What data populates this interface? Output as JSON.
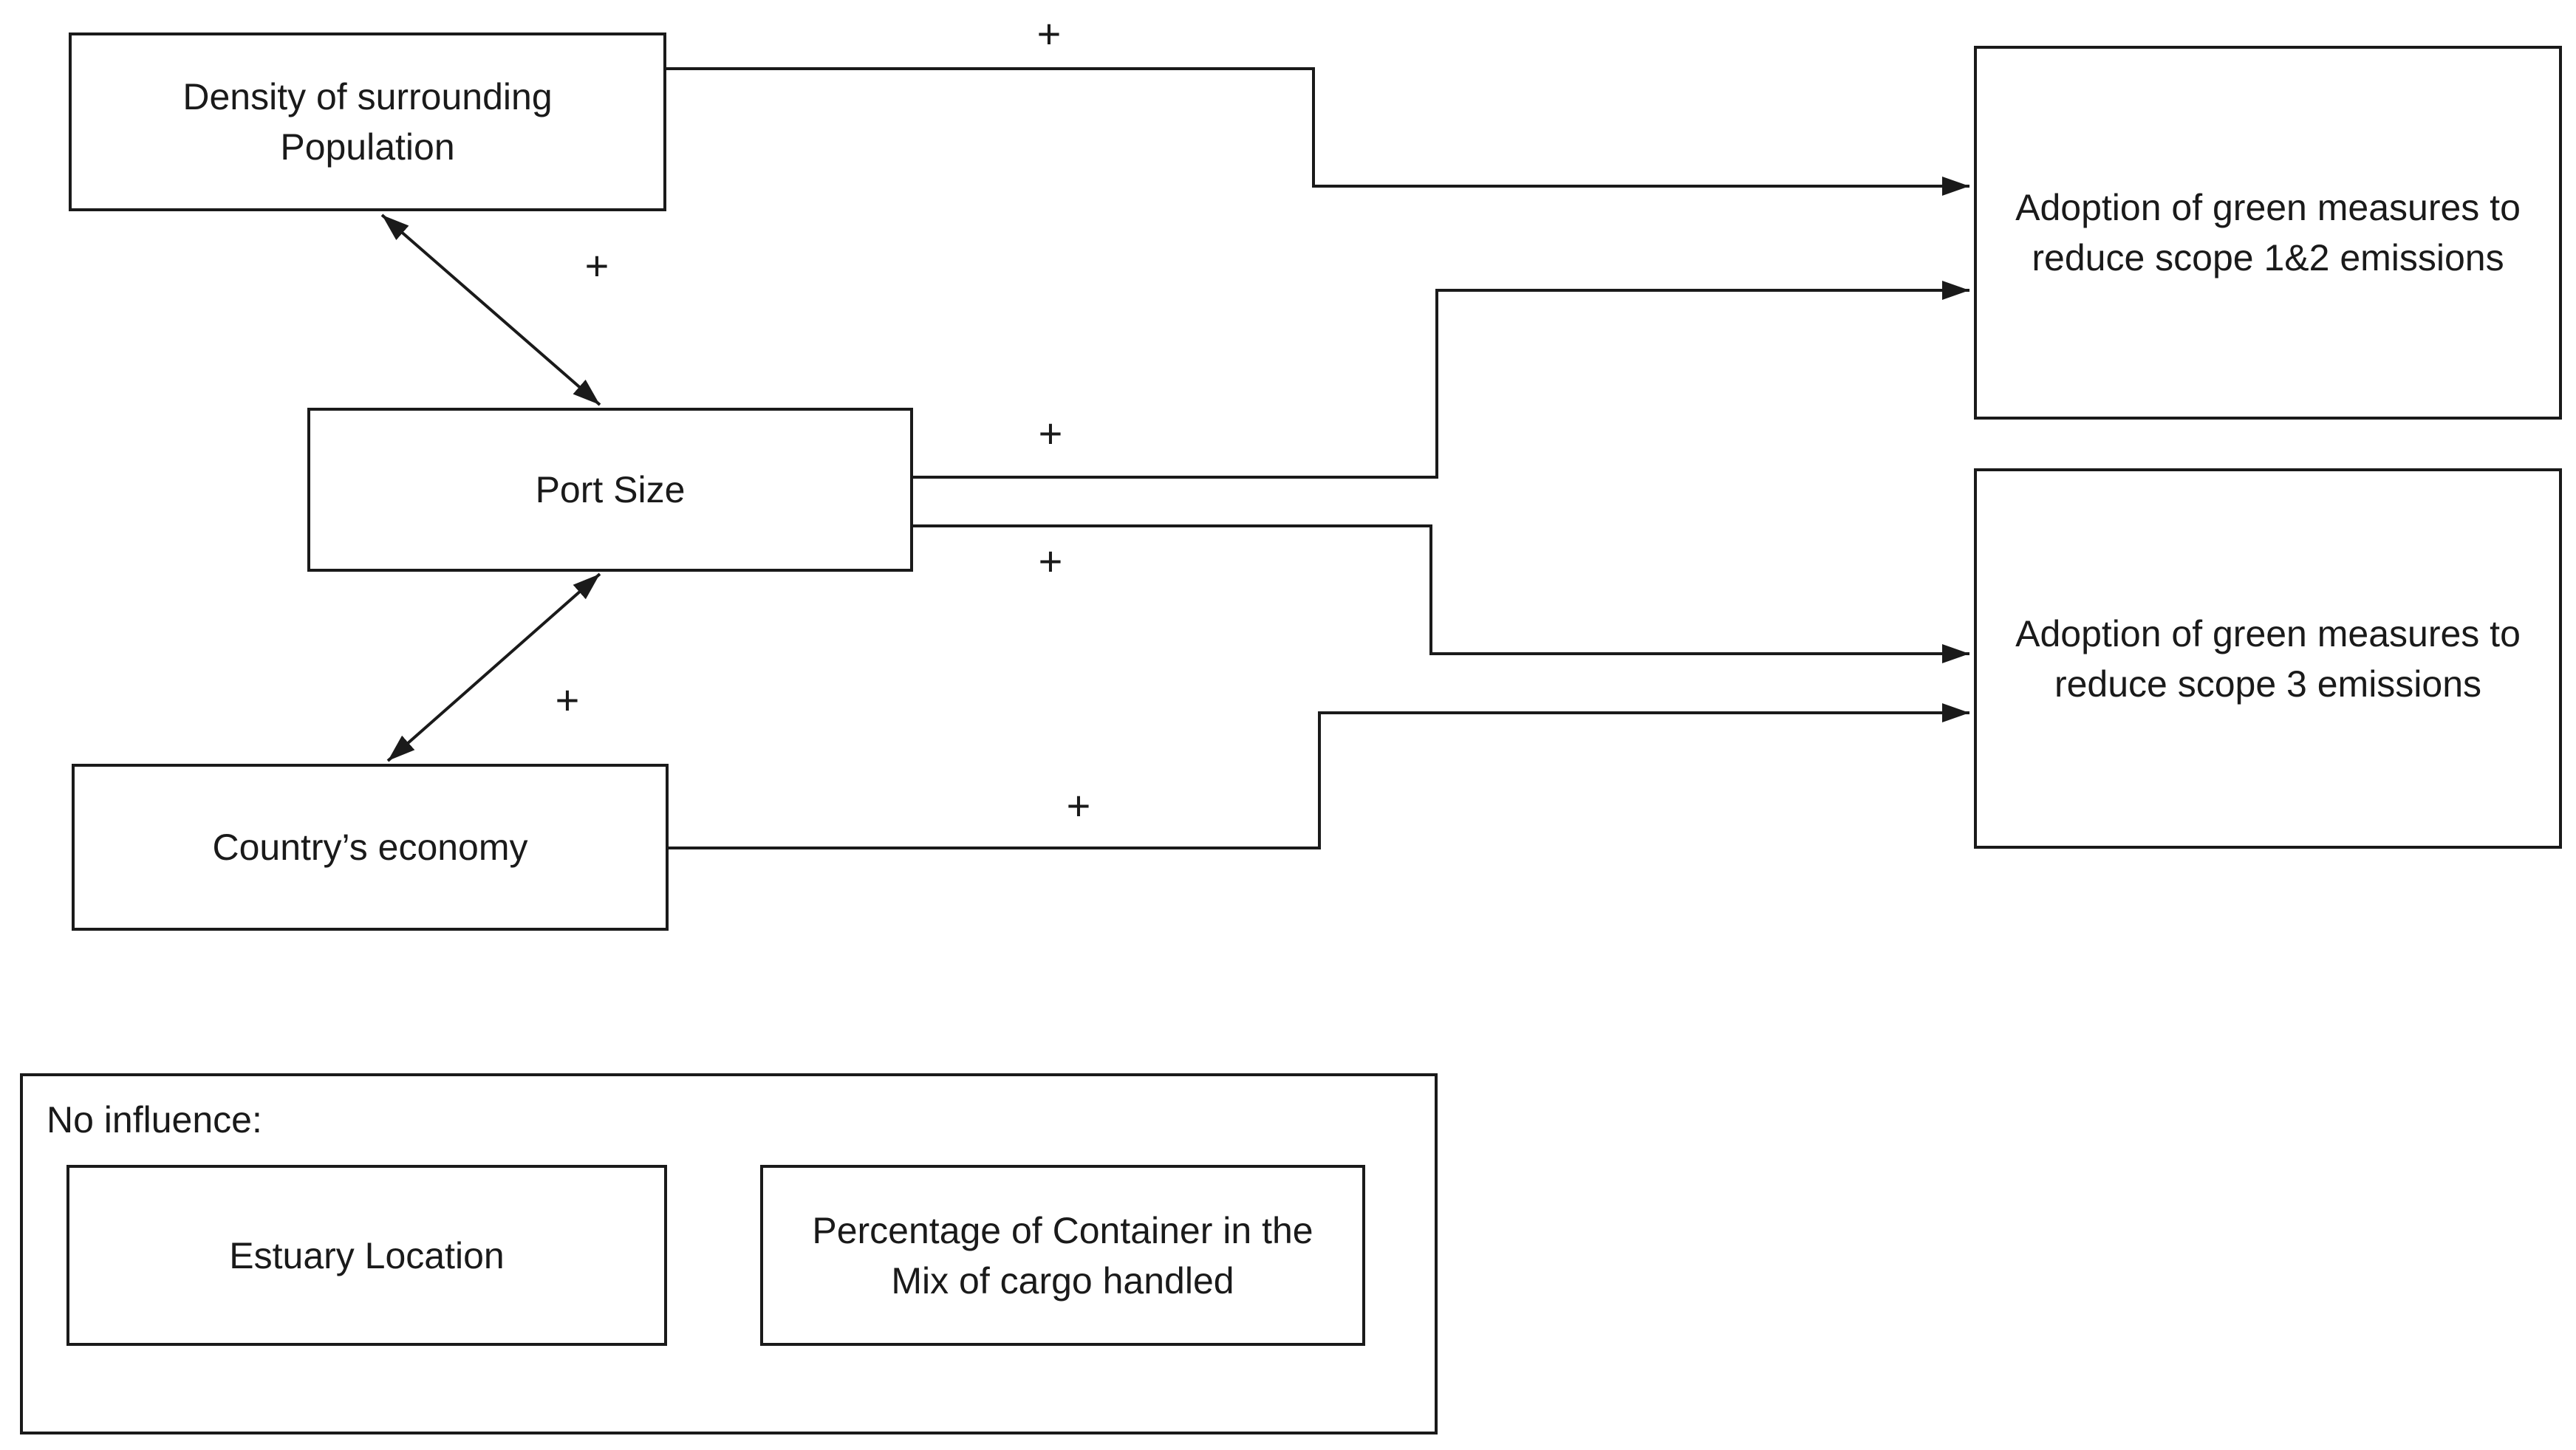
{
  "colors": {
    "ink": "#1a1a1a",
    "background": "#ffffff"
  },
  "diagram": {
    "nodes": {
      "density": {
        "label": "Density of surrounding\nPopulation"
      },
      "port_size": {
        "label": "Port Size"
      },
      "country_economy": {
        "label": "Country’s economy"
      },
      "scope12": {
        "label": "Adoption of green measures to\nreduce scope 1&2 emissions"
      },
      "scope3": {
        "label": "Adoption of green measures to\nreduce scope 3 emissions"
      }
    },
    "edges": [
      {
        "id": "density-to-scope12",
        "from": "density",
        "to": "scope12",
        "sign": "+",
        "style": "single-arrow"
      },
      {
        "id": "density-port",
        "from": "density",
        "to": "port_size",
        "sign": "+",
        "style": "double-arrow"
      },
      {
        "id": "port-to-scope12",
        "from": "port_size",
        "to": "scope12",
        "sign": "+",
        "style": "single-arrow"
      },
      {
        "id": "port-to-scope3",
        "from": "port_size",
        "to": "scope3",
        "sign": "+",
        "style": "single-arrow"
      },
      {
        "id": "port-country",
        "from": "port_size",
        "to": "country_economy",
        "sign": "+",
        "style": "double-arrow"
      },
      {
        "id": "country-to-scope3",
        "from": "country_economy",
        "to": "scope3",
        "sign": "+",
        "style": "single-arrow"
      }
    ],
    "no_influence": {
      "title": "No influence:",
      "items": [
        {
          "label": "Estuary Location"
        },
        {
          "label": "Percentage of Container in the\nMix of cargo handled"
        }
      ]
    }
  }
}
